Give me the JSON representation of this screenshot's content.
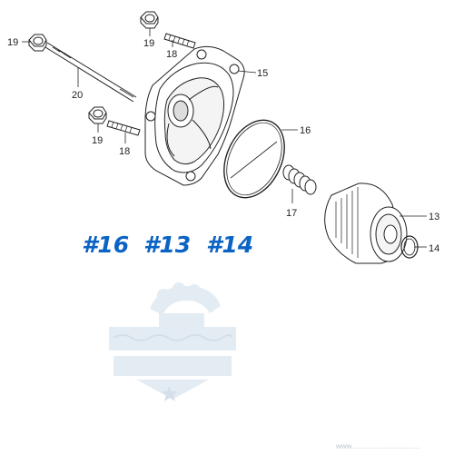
{
  "callouts": {
    "c19a": "19",
    "c19b": "19",
    "c18a": "18",
    "c15": "15",
    "c20": "20",
    "c19c": "19",
    "c18b": "18",
    "c16": "16",
    "c17": "17",
    "c13": "13",
    "c14": "14"
  },
  "part_numbers": [
    "#16",
    "#13",
    "#14"
  ],
  "watermark": {
    "logo_icon": "rivet-logo-icon",
    "footer_text": "www.................................."
  },
  "colors": {
    "part_number": "#0b63c4",
    "line": "#222222",
    "watermark": "#dbe6ef"
  }
}
